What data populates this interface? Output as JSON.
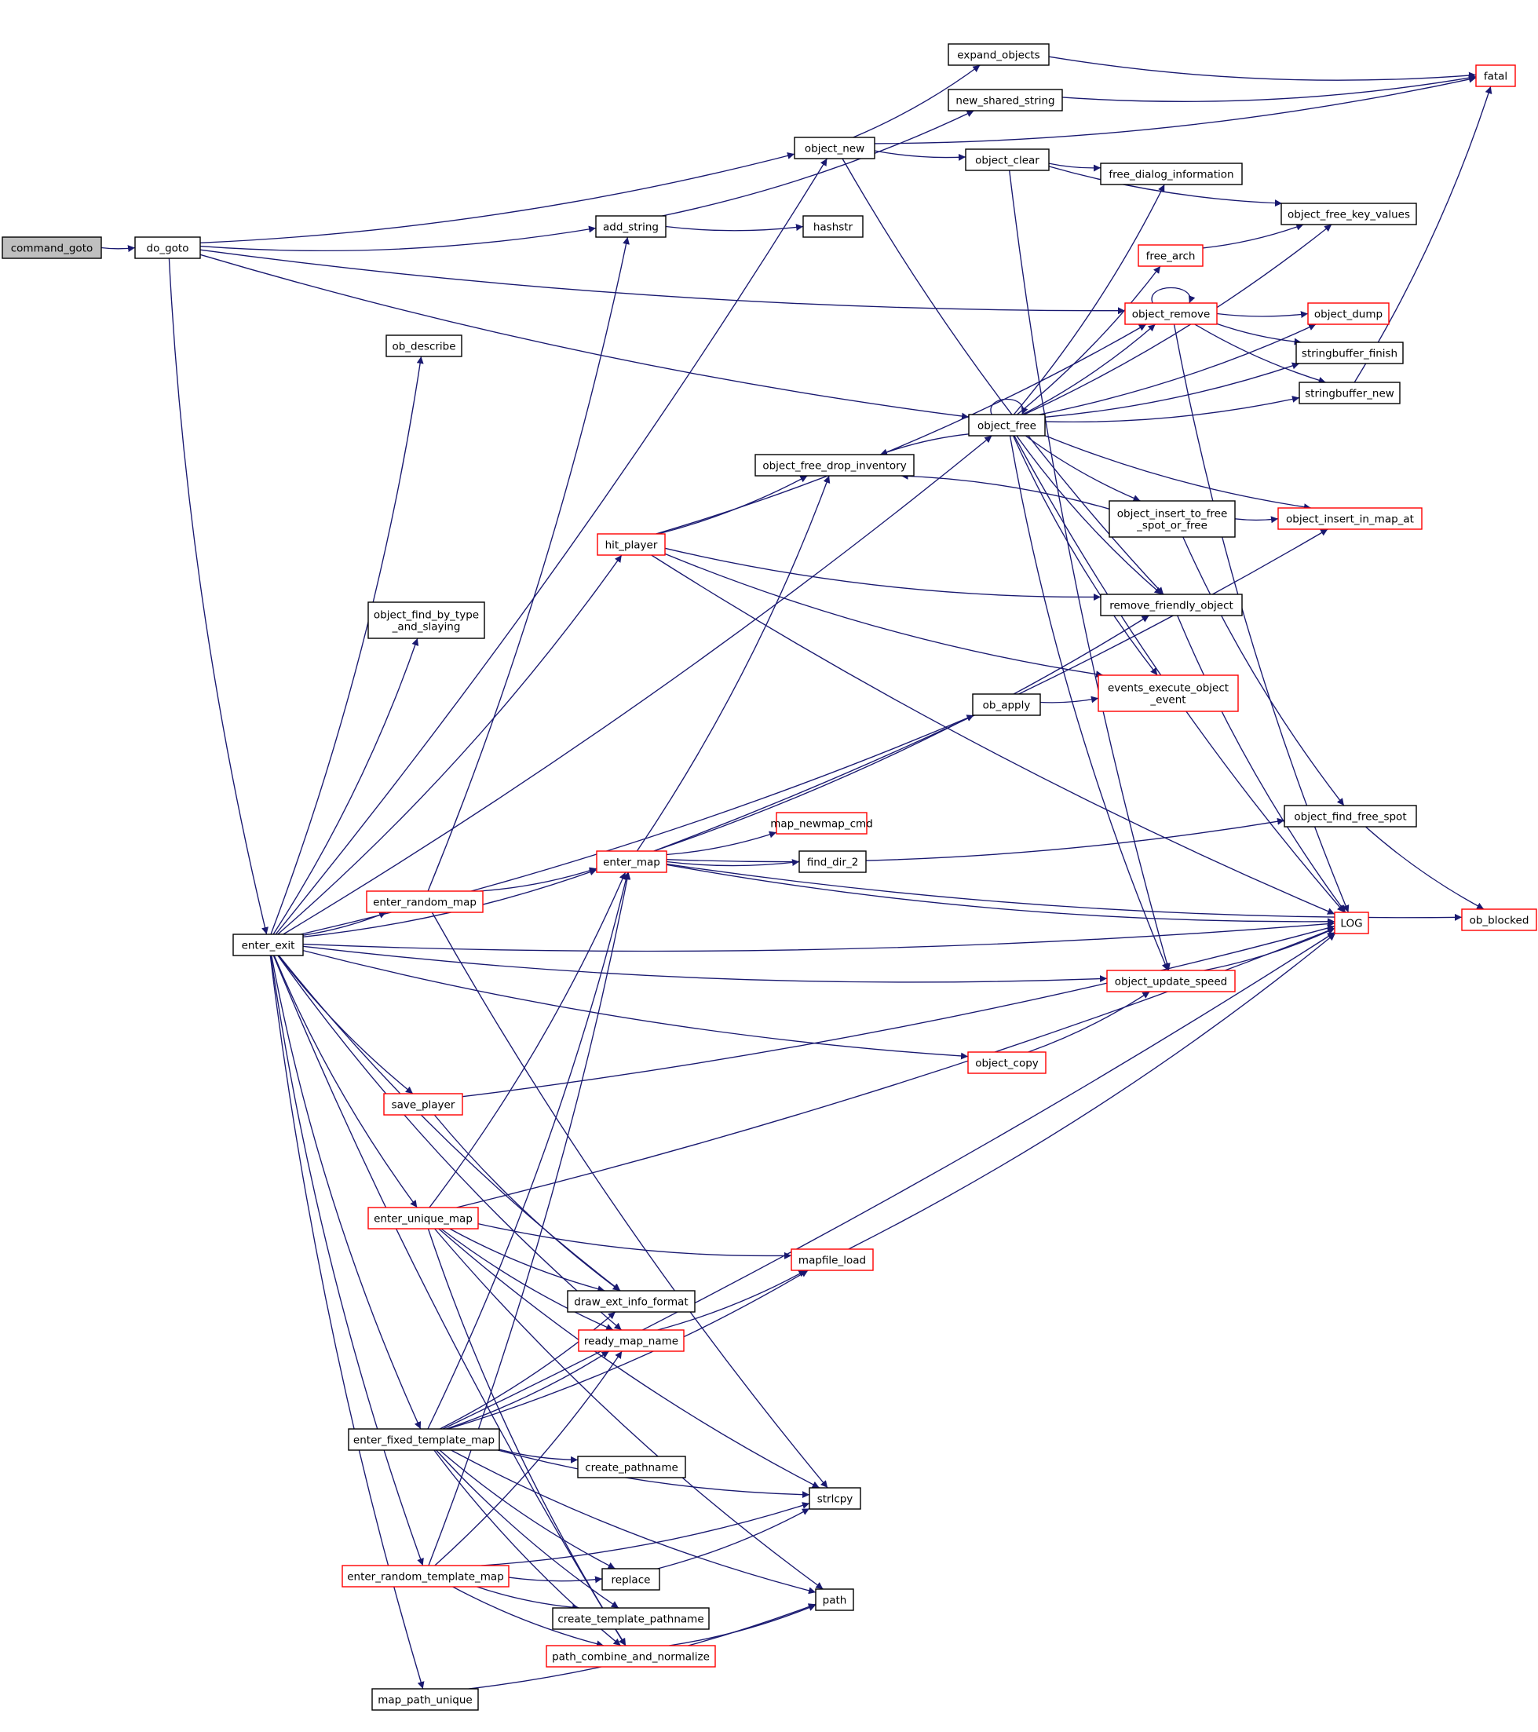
{
  "graph": {
    "colors": {
      "edge": "#191970",
      "node_border_default": "#000000",
      "node_border_external": "#ff0000",
      "root_fill": "#bfbfbf",
      "node_fill": "#ffffff"
    },
    "nodes": [
      {
        "id": "command_goto",
        "label": "command_goto",
        "kind": "root"
      },
      {
        "id": "do_goto",
        "label": "do_goto",
        "kind": "normal"
      },
      {
        "id": "object_new",
        "label": "object_new",
        "kind": "normal"
      },
      {
        "id": "add_string",
        "label": "add_string",
        "kind": "normal"
      },
      {
        "id": "hashstr",
        "label": "hashstr",
        "kind": "normal"
      },
      {
        "id": "expand_objects",
        "label": "expand_objects",
        "kind": "normal"
      },
      {
        "id": "new_shared_string",
        "label": "new_shared_string",
        "kind": "normal"
      },
      {
        "id": "fatal",
        "label": "fatal",
        "kind": "external"
      },
      {
        "id": "object_clear",
        "label": "object_clear",
        "kind": "normal"
      },
      {
        "id": "free_dialog_information",
        "label": "free_dialog_information",
        "kind": "normal"
      },
      {
        "id": "object_free_key_values",
        "label": "object_free_key_values",
        "kind": "normal"
      },
      {
        "id": "free_arch",
        "label": "free_arch",
        "kind": "external"
      },
      {
        "id": "object_remove",
        "label": "object_remove",
        "kind": "external"
      },
      {
        "id": "object_dump",
        "label": "object_dump",
        "kind": "external"
      },
      {
        "id": "stringbuffer_finish",
        "label": "stringbuffer_finish",
        "kind": "normal"
      },
      {
        "id": "stringbuffer_new",
        "label": "stringbuffer_new",
        "kind": "normal"
      },
      {
        "id": "ob_describe",
        "label": "ob_describe",
        "kind": "normal"
      },
      {
        "id": "object_free",
        "label": "object_free",
        "kind": "normal"
      },
      {
        "id": "object_free_drop_inventory",
        "label": "object_free_drop_inventory",
        "kind": "normal"
      },
      {
        "id": "object_insert_to_free_spot_or_free",
        "label": "object_insert_to_free\n_spot_or_free",
        "kind": "normal"
      },
      {
        "id": "object_insert_in_map_at",
        "label": "object_insert_in_map_at",
        "kind": "external"
      },
      {
        "id": "hit_player",
        "label": "hit_player",
        "kind": "external"
      },
      {
        "id": "remove_friendly_object",
        "label": "remove_friendly_object",
        "kind": "normal"
      },
      {
        "id": "object_find_by_type_and_slaying",
        "label": "object_find_by_type\n_and_slaying",
        "kind": "normal"
      },
      {
        "id": "events_execute_object_event",
        "label": "events_execute_object\n_event",
        "kind": "external"
      },
      {
        "id": "ob_apply",
        "label": "ob_apply",
        "kind": "normal"
      },
      {
        "id": "object_find_free_spot",
        "label": "object_find_free_spot",
        "kind": "normal"
      },
      {
        "id": "map_newmap_cmd",
        "label": "map_newmap_cmd",
        "kind": "external"
      },
      {
        "id": "enter_map",
        "label": "enter_map",
        "kind": "external"
      },
      {
        "id": "find_dir_2",
        "label": "find_dir_2",
        "kind": "normal"
      },
      {
        "id": "enter_random_map",
        "label": "enter_random_map",
        "kind": "external"
      },
      {
        "id": "LOG",
        "label": "LOG",
        "kind": "external"
      },
      {
        "id": "ob_blocked",
        "label": "ob_blocked",
        "kind": "external"
      },
      {
        "id": "enter_exit",
        "label": "enter_exit",
        "kind": "normal"
      },
      {
        "id": "object_update_speed",
        "label": "object_update_speed",
        "kind": "external"
      },
      {
        "id": "object_copy",
        "label": "object_copy",
        "kind": "external"
      },
      {
        "id": "save_player",
        "label": "save_player",
        "kind": "external"
      },
      {
        "id": "enter_unique_map",
        "label": "enter_unique_map",
        "kind": "external"
      },
      {
        "id": "mapfile_load",
        "label": "mapfile_load",
        "kind": "external"
      },
      {
        "id": "draw_ext_info_format",
        "label": "draw_ext_info_format",
        "kind": "normal"
      },
      {
        "id": "ready_map_name",
        "label": "ready_map_name",
        "kind": "external"
      },
      {
        "id": "enter_fixed_template_map",
        "label": "enter_fixed_template_map",
        "kind": "normal"
      },
      {
        "id": "create_pathname",
        "label": "create_pathname",
        "kind": "normal"
      },
      {
        "id": "strlcpy",
        "label": "strlcpy",
        "kind": "normal"
      },
      {
        "id": "enter_random_template_map",
        "label": "enter_random_template_map",
        "kind": "external"
      },
      {
        "id": "replace",
        "label": "replace",
        "kind": "normal"
      },
      {
        "id": "path",
        "label": "path",
        "kind": "normal"
      },
      {
        "id": "create_template_pathname",
        "label": "create_template_pathname",
        "kind": "normal"
      },
      {
        "id": "path_combine_and_normalize",
        "label": "path_combine_and_normalize",
        "kind": "external"
      },
      {
        "id": "map_path_unique",
        "label": "map_path_unique",
        "kind": "normal"
      }
    ],
    "edges": [
      [
        "command_goto",
        "do_goto"
      ],
      [
        "do_goto",
        "object_new"
      ],
      [
        "do_goto",
        "add_string"
      ],
      [
        "do_goto",
        "object_remove"
      ],
      [
        "do_goto",
        "object_free"
      ],
      [
        "do_goto",
        "enter_exit"
      ],
      [
        "object_new",
        "expand_objects"
      ],
      [
        "object_new",
        "fatal"
      ],
      [
        "object_new",
        "object_clear"
      ],
      [
        "object_new",
        "remove_friendly_object"
      ],
      [
        "expand_objects",
        "fatal"
      ],
      [
        "new_shared_string",
        "fatal"
      ],
      [
        "add_string",
        "new_shared_string"
      ],
      [
        "add_string",
        "hashstr"
      ],
      [
        "object_clear",
        "free_dialog_information"
      ],
      [
        "object_clear",
        "object_free_key_values"
      ],
      [
        "object_clear",
        "object_update_speed"
      ],
      [
        "free_arch",
        "object_free_key_values"
      ],
      [
        "object_remove",
        "object_remove"
      ],
      [
        "object_remove",
        "object_dump"
      ],
      [
        "object_remove",
        "stringbuffer_finish"
      ],
      [
        "object_remove",
        "stringbuffer_new"
      ],
      [
        "object_remove",
        "LOG"
      ],
      [
        "stringbuffer_new",
        "fatal"
      ],
      [
        "object_free",
        "object_free"
      ],
      [
        "object_free",
        "free_dialog_information"
      ],
      [
        "object_free",
        "object_free_key_values"
      ],
      [
        "object_free",
        "free_arch"
      ],
      [
        "object_free",
        "object_remove"
      ],
      [
        "object_free",
        "object_dump"
      ],
      [
        "object_free",
        "stringbuffer_finish"
      ],
      [
        "object_free",
        "stringbuffer_new"
      ],
      [
        "object_free",
        "object_free_drop_inventory"
      ],
      [
        "object_free",
        "object_insert_to_free_spot_or_free"
      ],
      [
        "object_free",
        "object_insert_in_map_at"
      ],
      [
        "object_free",
        "remove_friendly_object"
      ],
      [
        "object_free",
        "events_execute_object_event"
      ],
      [
        "object_free",
        "object_update_speed"
      ],
      [
        "object_free",
        "LOG"
      ],
      [
        "object_insert_to_free_spot_or_free",
        "object_free_drop_inventory"
      ],
      [
        "object_insert_to_free_spot_or_free",
        "object_insert_in_map_at"
      ],
      [
        "object_insert_to_free_spot_or_free",
        "object_find_free_spot"
      ],
      [
        "hit_player",
        "object_remove"
      ],
      [
        "hit_player",
        "object_free_drop_inventory"
      ],
      [
        "hit_player",
        "remove_friendly_object"
      ],
      [
        "hit_player",
        "events_execute_object_event"
      ],
      [
        "hit_player",
        "LOG"
      ],
      [
        "remove_friendly_object",
        "LOG"
      ],
      [
        "ob_apply",
        "events_execute_object_event"
      ],
      [
        "object_find_free_spot",
        "ob_blocked"
      ],
      [
        "enter_map",
        "object_free_drop_inventory"
      ],
      [
        "enter_map",
        "remove_friendly_object"
      ],
      [
        "enter_map",
        "object_insert_in_map_at"
      ],
      [
        "enter_map",
        "object_find_free_spot"
      ],
      [
        "enter_map",
        "map_newmap_cmd"
      ],
      [
        "enter_map",
        "find_dir_2"
      ],
      [
        "enter_map",
        "LOG"
      ],
      [
        "enter_map",
        "ob_blocked"
      ],
      [
        "enter_random_map",
        "enter_map"
      ],
      [
        "enter_random_map",
        "add_string"
      ],
      [
        "enter_random_map",
        "strlcpy"
      ],
      [
        "enter_exit",
        "object_new"
      ],
      [
        "enter_exit",
        "ob_describe"
      ],
      [
        "enter_exit",
        "object_free"
      ],
      [
        "enter_exit",
        "object_find_by_type_and_slaying"
      ],
      [
        "enter_exit",
        "hit_player"
      ],
      [
        "enter_exit",
        "ob_apply"
      ],
      [
        "enter_exit",
        "enter_map"
      ],
      [
        "enter_exit",
        "enter_random_map"
      ],
      [
        "enter_exit",
        "LOG"
      ],
      [
        "enter_exit",
        "object_update_speed"
      ],
      [
        "enter_exit",
        "object_copy"
      ],
      [
        "enter_exit",
        "save_player"
      ],
      [
        "enter_exit",
        "enter_unique_map"
      ],
      [
        "enter_exit",
        "draw_ext_info_format"
      ],
      [
        "enter_exit",
        "ready_map_name"
      ],
      [
        "enter_exit",
        "enter_fixed_template_map"
      ],
      [
        "enter_exit",
        "enter_random_template_map"
      ],
      [
        "enter_exit",
        "path_combine_and_normalize"
      ],
      [
        "enter_exit",
        "map_path_unique"
      ],
      [
        "object_update_speed",
        "LOG"
      ],
      [
        "object_copy",
        "object_update_speed"
      ],
      [
        "save_player",
        "LOG"
      ],
      [
        "save_player",
        "draw_ext_info_format"
      ],
      [
        "enter_unique_map",
        "enter_map"
      ],
      [
        "enter_unique_map",
        "LOG"
      ],
      [
        "enter_unique_map",
        "mapfile_load"
      ],
      [
        "enter_unique_map",
        "draw_ext_info_format"
      ],
      [
        "enter_unique_map",
        "ready_map_name"
      ],
      [
        "enter_unique_map",
        "strlcpy"
      ],
      [
        "enter_unique_map",
        "path"
      ],
      [
        "enter_unique_map",
        "path_combine_and_normalize"
      ],
      [
        "mapfile_load",
        "LOG"
      ],
      [
        "ready_map_name",
        "mapfile_load"
      ],
      [
        "enter_fixed_template_map",
        "enter_map"
      ],
      [
        "enter_fixed_template_map",
        "draw_ext_info_format"
      ],
      [
        "enter_fixed_template_map",
        "ready_map_name"
      ],
      [
        "enter_fixed_template_map",
        "mapfile_load"
      ],
      [
        "enter_fixed_template_map",
        "LOG"
      ],
      [
        "enter_fixed_template_map",
        "create_pathname"
      ],
      [
        "enter_fixed_template_map",
        "strlcpy"
      ],
      [
        "enter_fixed_template_map",
        "replace"
      ],
      [
        "enter_fixed_template_map",
        "path"
      ],
      [
        "enter_fixed_template_map",
        "create_template_pathname"
      ],
      [
        "enter_fixed_template_map",
        "path_combine_and_normalize"
      ],
      [
        "enter_random_template_map",
        "enter_map"
      ],
      [
        "enter_random_template_map",
        "ready_map_name"
      ],
      [
        "enter_random_template_map",
        "replace"
      ],
      [
        "enter_random_template_map",
        "create_template_pathname"
      ],
      [
        "enter_random_template_map",
        "path_combine_and_normalize"
      ],
      [
        "enter_random_template_map",
        "strlcpy"
      ],
      [
        "replace",
        "strlcpy"
      ],
      [
        "path_combine_and_normalize",
        "path"
      ],
      [
        "map_path_unique",
        "path"
      ]
    ]
  }
}
